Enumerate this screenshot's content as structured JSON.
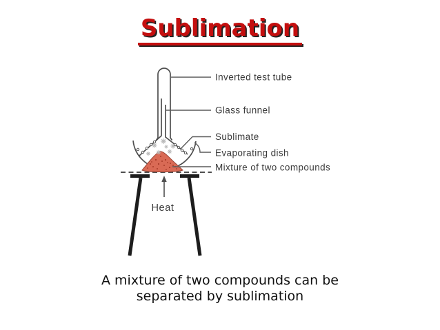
{
  "colors": {
    "title_red": "#c40f0f",
    "title_shadow": "#232323",
    "diagram_line": "#4f4f4f",
    "leader_line": "#5a5a5a",
    "label_text": "#3b3b3b",
    "mixture_fill": "#d96a55",
    "mixture_speckle": "#a63a28",
    "tripod_black": "#1d1d1d",
    "crystal_gray": "#b9b9b9",
    "caption_text": "#101010"
  },
  "title": {
    "text": "Sublimation"
  },
  "diagram": {
    "labels": [
      {
        "text": "Inverted test tube"
      },
      {
        "text": "Glass funnel"
      },
      {
        "text": "Sublimate"
      },
      {
        "text": "Evaporating dish"
      },
      {
        "text": "Mixture of two compounds"
      }
    ],
    "heat_label": "Heat"
  },
  "caption": {
    "line1": "A mixture of two compounds can be",
    "line2": "separated by sublimation"
  }
}
